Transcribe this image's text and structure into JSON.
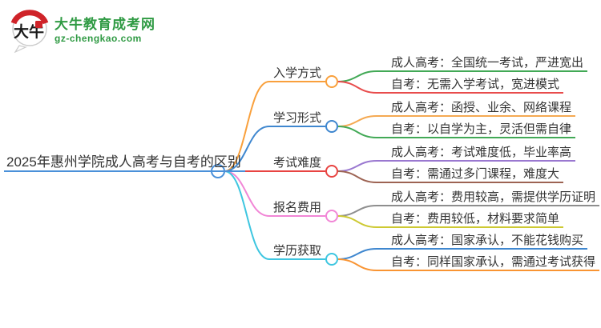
{
  "page": {
    "background": "#ffffff",
    "text_color": "#333333"
  },
  "logo": {
    "icon_text": "大牛",
    "title": "大牛教育成考网",
    "subtitle": "gz-chengkao.com",
    "brand_green": "#2f9a43",
    "seal_red": "#cf2329"
  },
  "mindmap": {
    "root": {
      "label": "2025年惠州学院成人高考与自考的区别",
      "color": "#4a90d9"
    },
    "branches": [
      {
        "label": "入学方式",
        "color": "#f9a03c",
        "children": [
          {
            "label": "成人高考：全国统一考试，严进宽出",
            "color": "#42a956"
          },
          {
            "label": "自考：无需入学考试，宽进模式",
            "color": "#e84c4c"
          }
        ]
      },
      {
        "label": "学习形式",
        "color": "#3f87cf",
        "children": [
          {
            "label": "成人高考：函授、业余、网络课程",
            "color": "#f5a952"
          },
          {
            "label": "自考：以自学为主，灵活但需自律",
            "color": "#42a956"
          }
        ]
      },
      {
        "label": "考试难度",
        "color": "#e84442",
        "children": [
          {
            "label": "成人高考：考试难度低，毕业率高",
            "color": "#9a78d0"
          },
          {
            "label": "自考：需通过多门课程，难度大",
            "color": "#9d6353"
          }
        ]
      },
      {
        "label": "报名费用",
        "color": "#f186d6",
        "children": [
          {
            "label": "成人高考：费用较高，需提供学历证明",
            "color": "#8e8e8e"
          },
          {
            "label": "自考：费用较低，材料要求简单",
            "color": "#cdc932"
          }
        ]
      },
      {
        "label": "学历获取",
        "color": "#3ec6e0",
        "children": [
          {
            "label": "成人高考：国家承认，不能花钱购买",
            "color": "#3f87cf"
          },
          {
            "label": "自考：同样国家承认，需通过考试获得",
            "color": "#f99432"
          }
        ]
      }
    ]
  }
}
